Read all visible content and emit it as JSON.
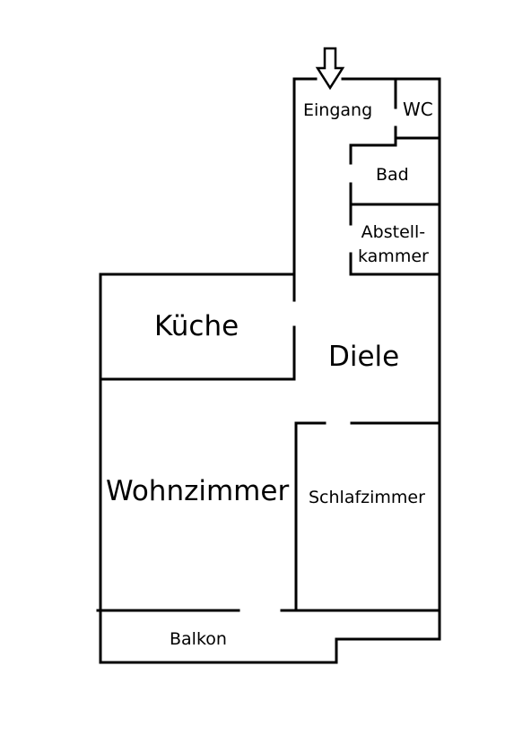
{
  "floorplan": {
    "rooms": {
      "eingang": "Eingang",
      "wc": "WC",
      "bad": "Bad",
      "abstellkammer_line1": "Abstell-",
      "abstellkammer_line2": "kammer",
      "kueche": "Küche",
      "diele": "Diele",
      "wohnzimmer": "Wohnzimmer",
      "schlafzimmer": "Schlafzimmer",
      "balkon": "Balkon"
    },
    "entrance_marker_icon": "down-arrow-icon",
    "colors": {
      "walls": "#000000",
      "background": "#ffffff"
    }
  }
}
